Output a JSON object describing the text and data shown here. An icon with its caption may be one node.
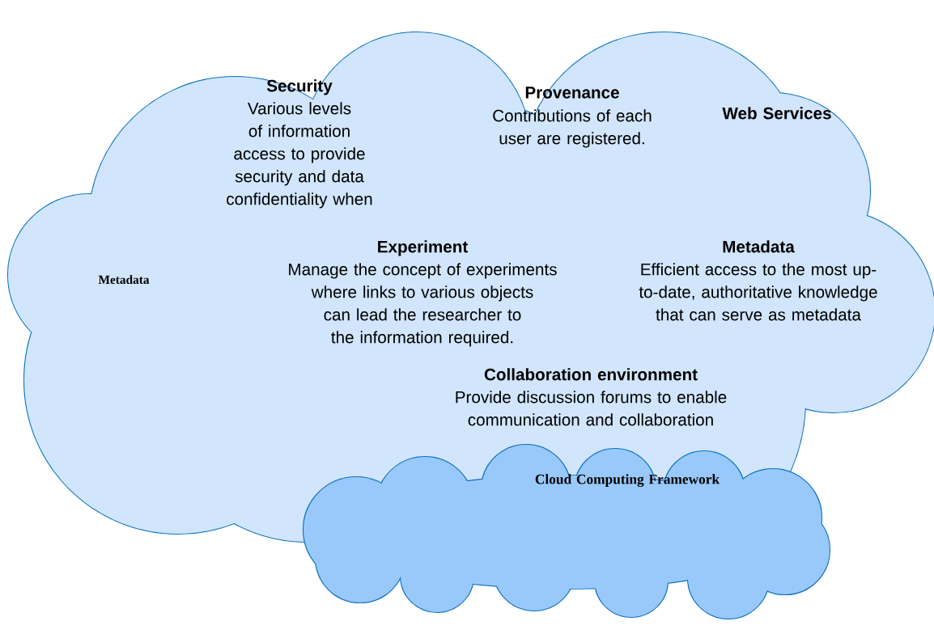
{
  "diagram": {
    "nodes": [
      {
        "text": [
          "Security",
          "Various levels of information access to provide security and data confidentiality when",
          "Provenance",
          "Contributions of each user are registered.",
          "Web Services",
          "Experiment",
          "Manage the concept of experiments where links to various objects can lead the researcher to the information required.",
          "Metadata",
          "Efficient access to the most up-to-date, authoritative knowledge that can serve as metadata",
          "Collaboration environment",
          "Provide discussion forums to enable communication and collaboration",
          "Metadata"
        ]
      },
      {
        "text": [
          "Cloud Computing Framework"
        ]
      }
    ]
  }
}
